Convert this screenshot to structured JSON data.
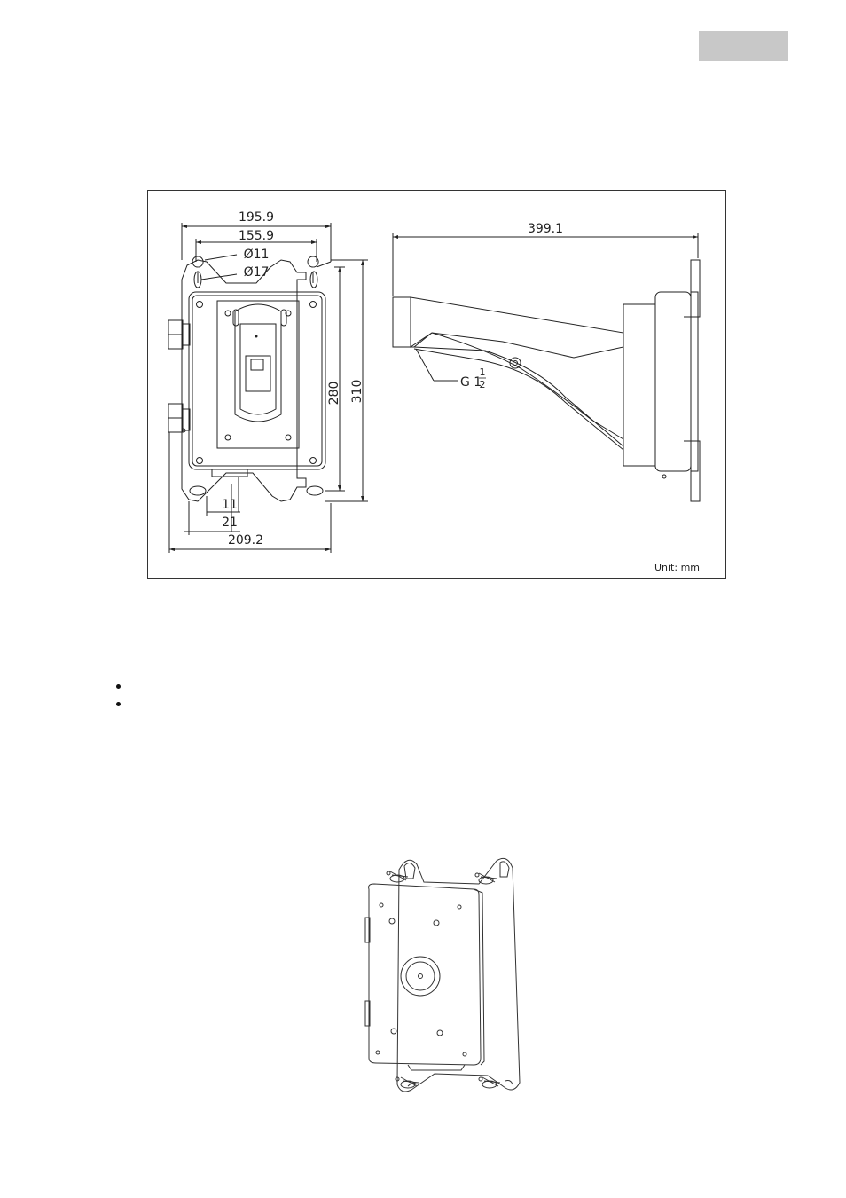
{
  "page_tab": "",
  "dimension_drawing": {
    "front_view": {
      "width_outer": "195.9",
      "width_holes": "155.9",
      "hole_small": "Ø11",
      "hole_large": "Ø17",
      "height_holes": "280",
      "height_outer": "310",
      "offset_1": "11",
      "offset_2": "21",
      "width_total": "209.2"
    },
    "side_view": {
      "length": "399.1",
      "thread_prefix": "G 1",
      "thread_num": "1",
      "thread_den": "2"
    },
    "unit_label": "Unit: mm"
  },
  "bullets": [
    "",
    ""
  ]
}
